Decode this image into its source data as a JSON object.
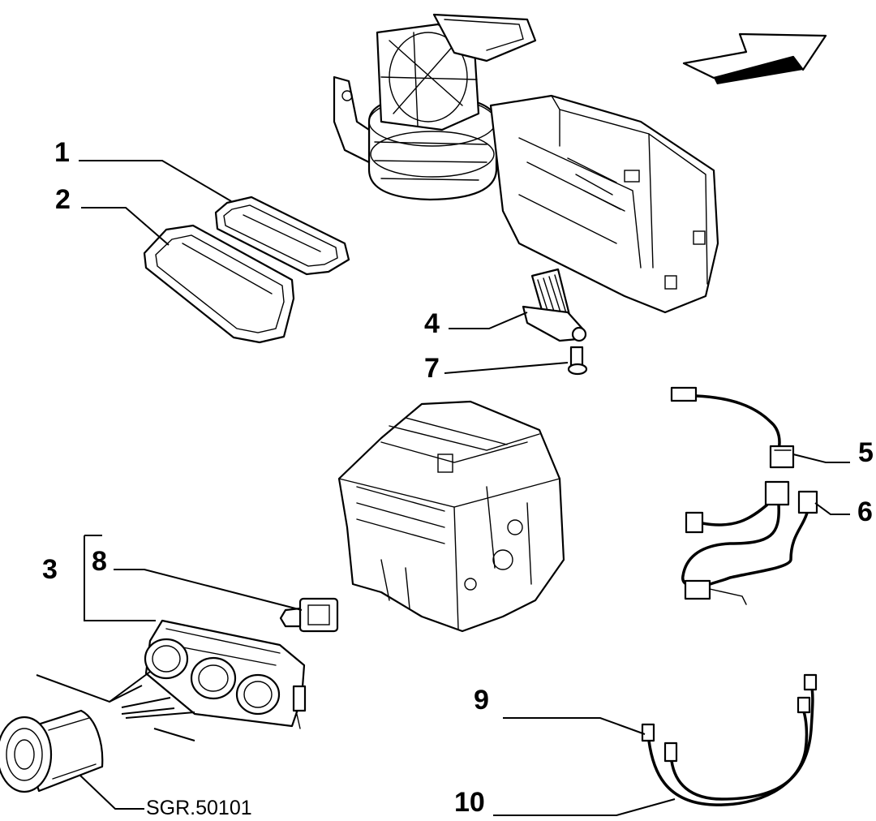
{
  "callouts": {
    "c1": "1",
    "c2": "2",
    "c3": "3",
    "c4": "4",
    "c5": "5",
    "c6": "6",
    "c7": "7",
    "c8": "8",
    "c9": "9",
    "c10": "10"
  },
  "reference": "SGR.50101"
}
